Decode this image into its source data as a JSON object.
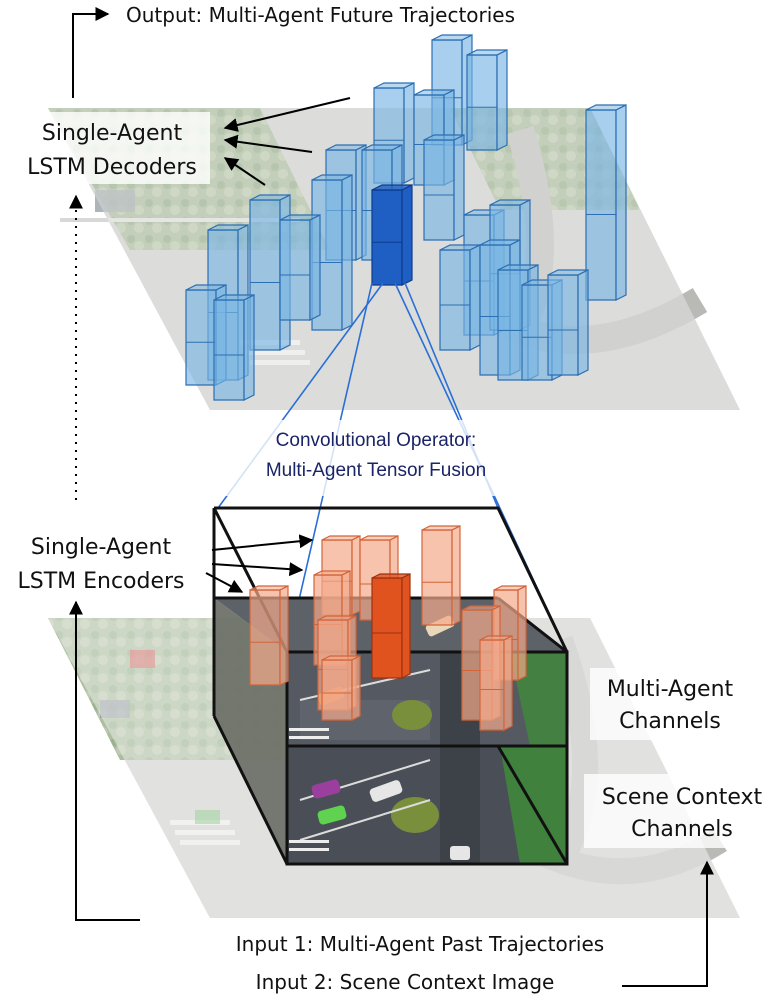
{
  "labels": {
    "output": "Output: Multi-Agent Future Trajectories",
    "decoders_line1": "Single-Agent",
    "decoders_line2": "LSTM Decoders",
    "conv_line1": "Convolutional Operator:",
    "conv_line2": "Multi-Agent Tensor Fusion",
    "encoders_line1": "Single-Agent",
    "encoders_line2": "LSTM Encoders",
    "multi_line1": "Multi-Agent",
    "multi_line2": "Channels",
    "scene_line1": "Scene Context",
    "scene_line2": "Channels",
    "input1": "Input 1: Multi-Agent Past Trajectories",
    "input2": "Input 2: Scene Context Image"
  },
  "colors": {
    "decoder_bar": "#7ab6e3",
    "decoder_bar_highlight": "#1f5fc4",
    "encoder_bar": "#f4a98a",
    "encoder_bar_highlight": "#e0521e",
    "connector_line": "#2a6fd6",
    "label_navy": "#1a2466"
  },
  "icons": {
    "aerial_scene": "aerial-road-intersection-image"
  }
}
